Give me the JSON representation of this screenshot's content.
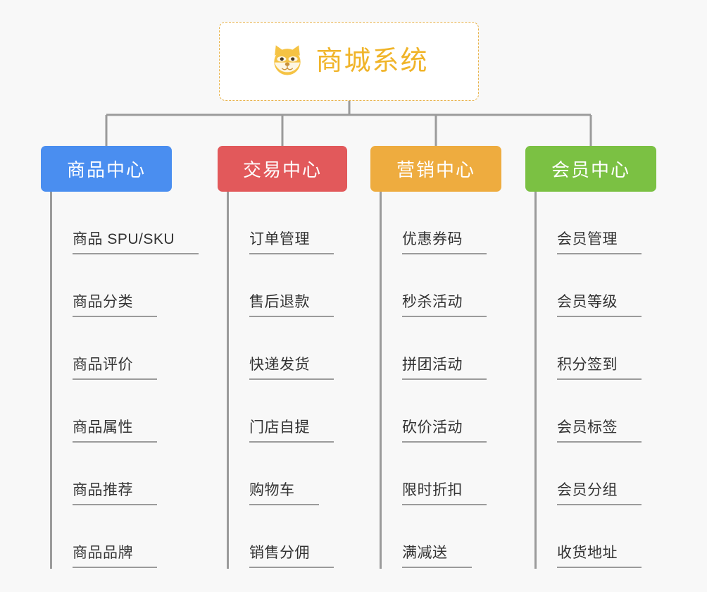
{
  "diagram": {
    "type": "mindmap-tree",
    "background_color": "#f8f8f8",
    "connector_color": "#9b9b9b",
    "root": {
      "title": "商城系统",
      "icon": "shiba-dog-face-icon",
      "text_color": "#f0b429",
      "border_color": "#e8b24a",
      "background_color": "#ffffff"
    },
    "categories": [
      {
        "label": "商品中心",
        "color": "#4a8ef0",
        "items": [
          "商品 SPU/SKU",
          "商品分类",
          "商品评价",
          "商品属性",
          "商品推荐",
          "商品品牌"
        ]
      },
      {
        "label": "交易中心",
        "color": "#e2595b",
        "items": [
          "订单管理",
          "售后退款",
          "快递发货",
          "门店自提",
          "购物车",
          "销售分佣"
        ]
      },
      {
        "label": "营销中心",
        "color": "#eeac3f",
        "items": [
          "优惠券码",
          "秒杀活动",
          "拼团活动",
          "砍价活动",
          "限时折扣",
          "满减送"
        ]
      },
      {
        "label": "会员中心",
        "color": "#7bc143",
        "items": [
          "会员管理",
          "会员等级",
          "积分签到",
          "会员标签",
          "会员分组",
          "收货地址"
        ]
      }
    ]
  }
}
